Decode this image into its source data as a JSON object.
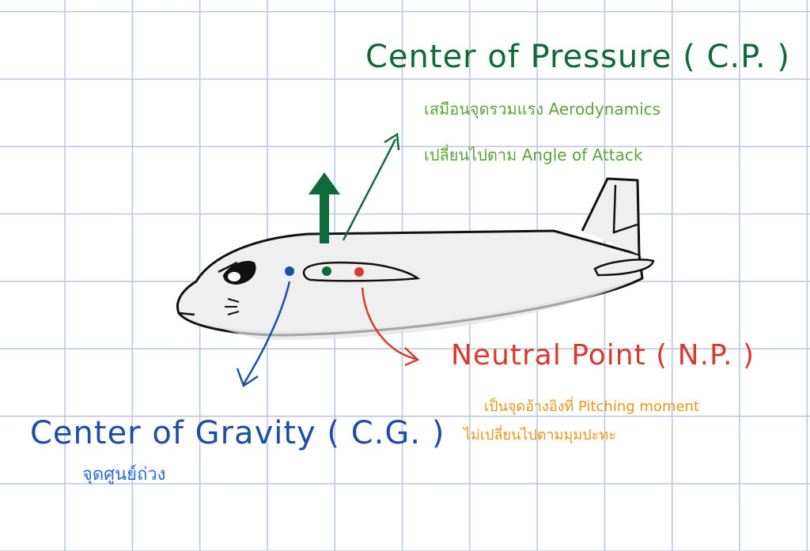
{
  "labels": {
    "center_of_pressure": {
      "title": "Center of Pressure ( C.P. )",
      "line1": "เสมือนจุดรวมแรง Aerodynamics",
      "line2": "เปลี่ยนไปตาม Angle of Attack"
    },
    "neutral_point": {
      "title": "Neutral Point ( N.P. )",
      "line1": "เป็นจุดอ้างอิงที่ Pitching moment",
      "line2": "ไม่เปลี่ยนไปตามมุมปะทะ"
    },
    "center_of_gravity": {
      "title": "Center of Gravity ( C.G. )",
      "line1": "จุดศูนย์ถ่วง"
    }
  },
  "colors": {
    "cp_title": "#0f6a3a",
    "cp_text": "#5aa53a",
    "np_title": "#d93a2b",
    "np_text": "#e8951a",
    "cg_title": "#1c4ea8",
    "cg_text": "#2d6bd6",
    "grid": "#b9c4dd",
    "fuselage_fill": "#efefef"
  }
}
